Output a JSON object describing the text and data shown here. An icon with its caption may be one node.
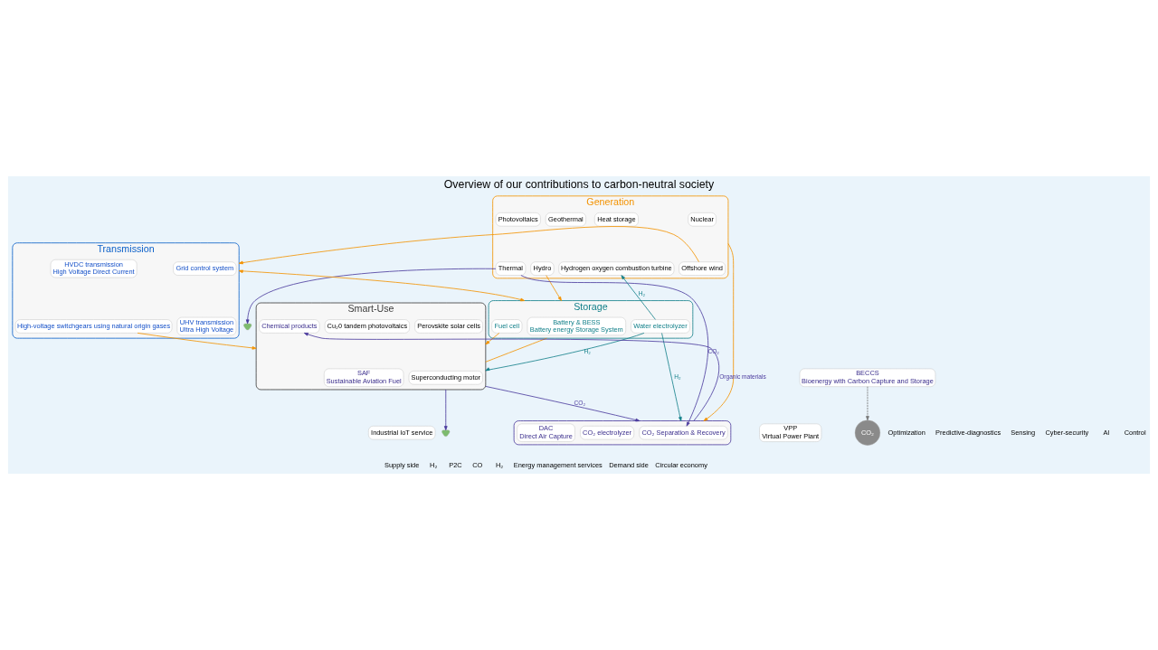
{
  "diagram": {
    "title": "Overview of our contributions to carbon-neutral society",
    "nodes": [
      {
        "text": [
          "Industrial IoT service"
        ]
      },
      {
        "text": [
          "Generation"
        ]
      },
      {
        "text": [
          "Nuclear"
        ],
        "in": 1
      },
      {
        "text": [
          "Geothermal"
        ],
        "in": 1
      },
      {
        "text": [
          "Heat storage"
        ],
        "in": 1
      },
      {
        "text": [
          "Photovoltaics"
        ],
        "in": 1
      },
      {
        "text": [
          "Offshore wind"
        ],
        "in": 1
      },
      {
        "text": [
          "Hydro"
        ],
        "in": 1
      },
      {
        "text": [
          "Hydrogen oxygen combustion turbine"
        ],
        "in": 1
      },
      {
        "text": [
          "Thermal"
        ],
        "in": 1
      },
      {
        "text": [
          "Transmission"
        ]
      },
      {
        "text": [
          "Grid control system"
        ],
        "in": 10
      },
      {
        "text": [
          "HVDC transmission",
          "High Voltage Direct Current"
        ],
        "in": 10
      },
      {
        "text": [
          "UHV transmission",
          "Ultra High Voltage"
        ],
        "in": 10
      },
      {
        "text": [
          "High-voltage switchgears using natural origin gases"
        ],
        "in": 10
      },
      {
        "text": [
          "Storage"
        ]
      },
      {
        "text": [
          "Battery & BESS",
          "Battery energy Storage System"
        ],
        "in": 15
      },
      {
        "text": [
          "Fuel cell"
        ],
        "in": 15
      },
      {
        "text": [
          "Water electrolyzer"
        ],
        "in": 15
      },
      {
        "text": [
          "VPP",
          "Virtual Power Plant"
        ]
      },
      {
        "text": [],
        "shape": "box"
      },
      {
        "text": [
          "CO₂ Separation & Recovery"
        ],
        "in": 20
      },
      {
        "text": [
          "CO₂ electrolyzer"
        ],
        "in": 20
      },
      {
        "text": [
          "DAC",
          "Direct Air Capture"
        ],
        "in": 20
      },
      {
        "text": [
          "BECCS",
          "Bioenergy with Carbon Capture and Storage"
        ]
      },
      {
        "text": [
          "Smart-Use"
        ]
      },
      {
        "text": [
          "Cu₂0 tandem photovoltaics"
        ],
        "in": 25
      },
      {
        "text": [
          "Perovskite solar cells"
        ],
        "in": 25
      },
      {
        "text": [
          "Chemical products"
        ],
        "in": 25
      },
      {
        "text": [
          "SAF",
          "Sustainable Aviation Fuel"
        ],
        "in": 25
      },
      {
        "text": [
          "Superconducting motor"
        ],
        "in": 25
      },
      {
        "text": [],
        "shape": "picture"
      },
      {
        "text": [],
        "shape": "picture"
      },
      {
        "text": [
          "CO₂"
        ]
      }
    ],
    "edges": [
      {
        "from": 6,
        "to": 10,
        "arrow": "to",
        "color": "#f39200"
      },
      {
        "from": 7,
        "to": 15,
        "arrow": "to",
        "color": "#f39200"
      },
      {
        "from": 1,
        "to": 20,
        "arrow": "to",
        "color": "#f39200"
      },
      {
        "from": 10,
        "to": 15,
        "arrow": "both",
        "color": "#f39200"
      },
      {
        "from": 15,
        "to": 25,
        "arrow": "none",
        "color": "#f39200"
      },
      {
        "from": 14,
        "to": 25,
        "arrow": "to",
        "color": "#f39200"
      },
      {
        "from": 17,
        "to": 25,
        "arrow": "to",
        "color": "#f39200"
      },
      {
        "from": 18,
        "to": 8,
        "arrow": "to",
        "label": "H₂",
        "color": "#13808a"
      },
      {
        "from": 18,
        "to": 20,
        "arrow": "to",
        "label": "H₂",
        "color": "#13808a"
      },
      {
        "from": 18,
        "to": 25,
        "arrow": "to",
        "label": "H₂",
        "color": "#13808a"
      },
      {
        "from": 9,
        "to": 21,
        "arrow": "to",
        "label": "CO₂",
        "color": "#4b3a9e"
      },
      {
        "from": 9,
        "to": 31,
        "arrow": "to",
        "color": "#4b3a9e"
      },
      {
        "from": 20,
        "to": 28,
        "arrow": "to",
        "label": "Organic materials",
        "color": "#4b3a9e"
      },
      {
        "from": 25,
        "to": 20,
        "arrow": "to",
        "label": "CO₂",
        "color": "#4b3a9e"
      },
      {
        "from": 25,
        "to": 32,
        "arrow": "to",
        "color": "#4b3a9e"
      },
      {
        "from": 24,
        "to": 33,
        "arrow": "to",
        "style": "dashed",
        "color": "#777777"
      }
    ],
    "labels": [
      "Optimization",
      "Predictive-diagnostics",
      "Sensing",
      "Cyber-security",
      "AI",
      "Control",
      "Supply side",
      "H₂",
      "P2C",
      "CO",
      "H₂",
      "Energy management services",
      "Demand side",
      "Circular economy"
    ]
  }
}
